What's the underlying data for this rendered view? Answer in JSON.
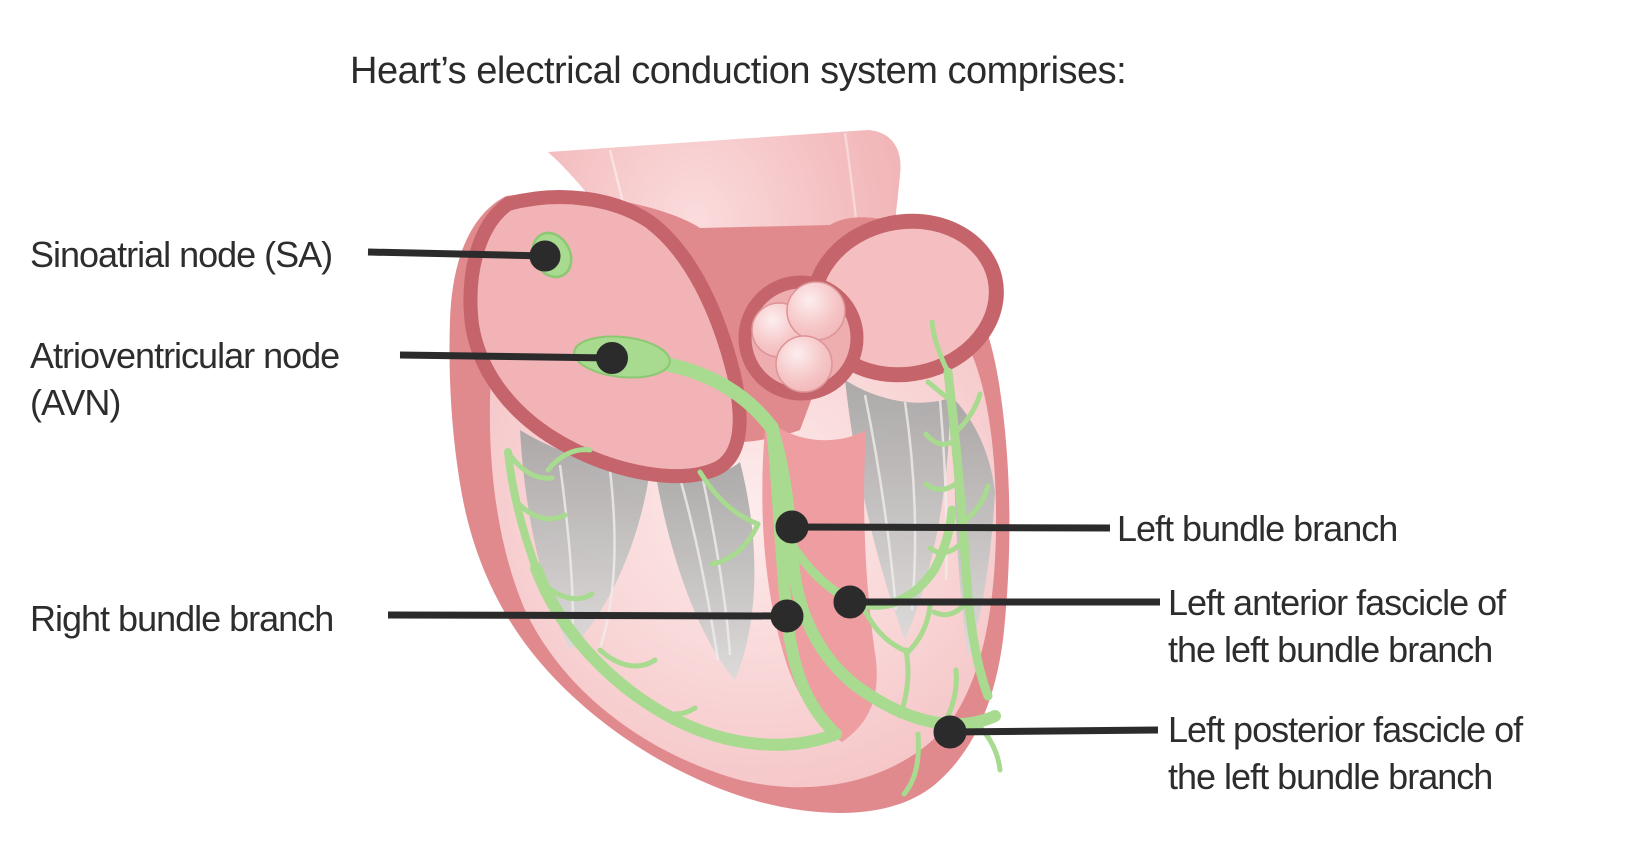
{
  "title": "Heart’s electrical conduction system comprises:",
  "annotations": {
    "sa": {
      "label": "Sinoatrial node (SA)"
    },
    "avn": {
      "line1": "Atrioventricular node",
      "line2": "(AVN)"
    },
    "rbb": {
      "label": "Right bundle branch"
    },
    "lbb": {
      "label": "Left bundle branch"
    },
    "laf": {
      "line1": "Left anterior fascicle of",
      "line2": "the left bundle branch"
    },
    "lpf": {
      "line1": "Left posterior fascicle of",
      "line2": "the left bundle branch"
    }
  },
  "palette": {
    "leader_line": "#2b2b2b",
    "marker_dot": "#2b2b2b",
    "conduction_green": "#a8da8f",
    "conduction_green_edge": "#8cc873",
    "heart_wall_rose": "#e18a8e",
    "chamber_outline_rose": "#c5646b",
    "atrium_fill_pink": "#f2b3b6",
    "interior_pink": "#f6c7c8",
    "vessel_pink": "#f1b3b5",
    "chordae_gray": "#b3b1b1",
    "text": "#2d2d2d"
  }
}
